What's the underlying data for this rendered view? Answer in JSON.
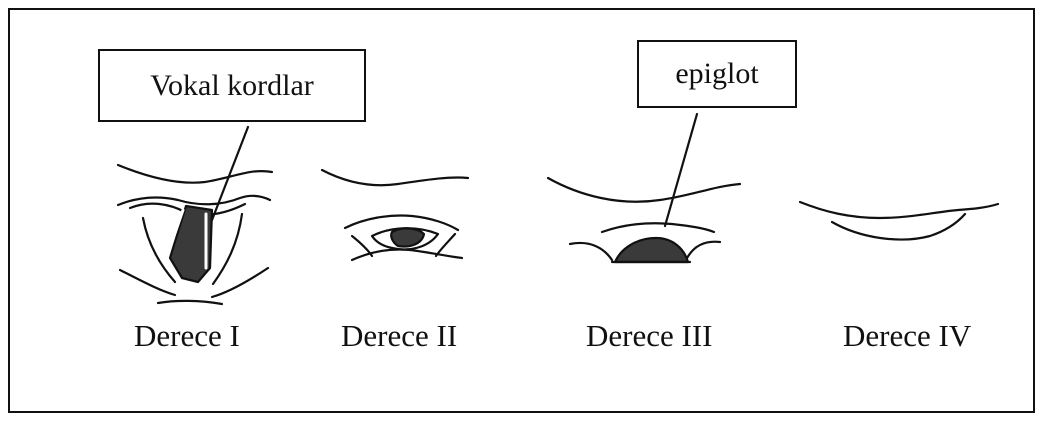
{
  "callouts": {
    "vocal_cords": "Vokal kordlar",
    "epiglottis": "epiglot"
  },
  "grades": [
    {
      "label": "Derece I"
    },
    {
      "label": "Derece II"
    },
    {
      "label": "Derece III"
    },
    {
      "label": "Derece IV"
    }
  ],
  "colors": {
    "stroke": "#111111",
    "fill_dark": "#3a3a3a",
    "background": "#ffffff"
  }
}
